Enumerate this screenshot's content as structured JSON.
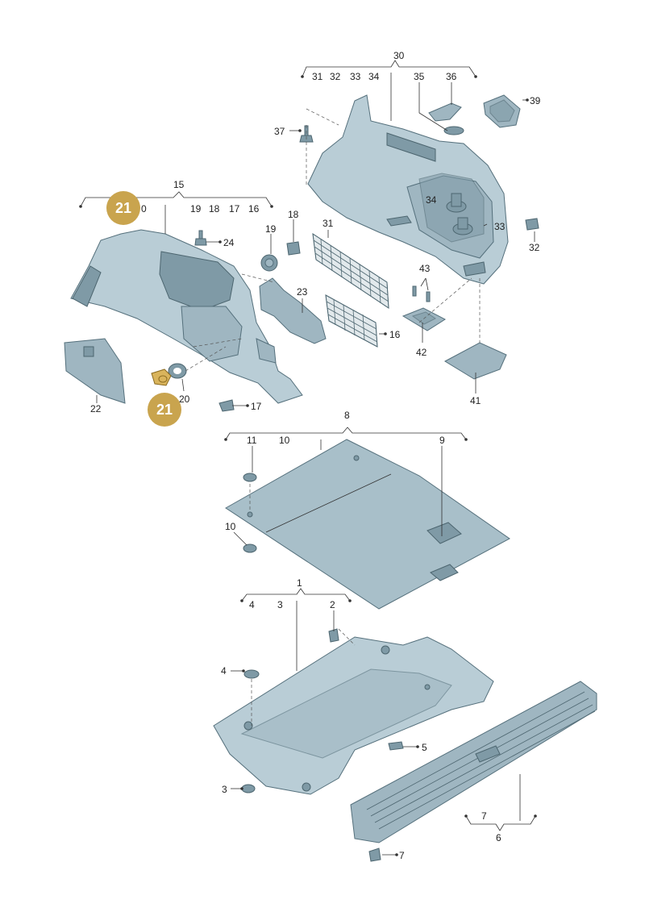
{
  "highlight": {
    "part_number": "21",
    "color": "#c9a44e"
  },
  "labels": {
    "l1": "1",
    "l2": "2",
    "l3": "3",
    "l3b": "3",
    "l4": "4",
    "l4b": "4",
    "l5": "5",
    "l6": "6",
    "l7": "7",
    "l7b": "7",
    "l8": "8",
    "l9": "9",
    "l10": "10",
    "l10b": "10",
    "l11": "11",
    "l15": "15",
    "l16": "16",
    "l16b": "16",
    "l17": "17",
    "l17b": "17",
    "l18": "18",
    "l18b": "18",
    "l19": "19",
    "l19b": "19",
    "l20": "20",
    "l20b": "0",
    "l22": "22",
    "l23": "23",
    "l24": "24",
    "l30": "30",
    "l31": "31",
    "l31b": "31",
    "l32": "32",
    "l32b": "32",
    "l33": "33",
    "l33b": "33",
    "l34": "34",
    "l34b": "34",
    "l35": "35",
    "l36": "36",
    "l37": "37",
    "l39": "39",
    "l41": "41",
    "l42": "42",
    "l43": "43"
  }
}
